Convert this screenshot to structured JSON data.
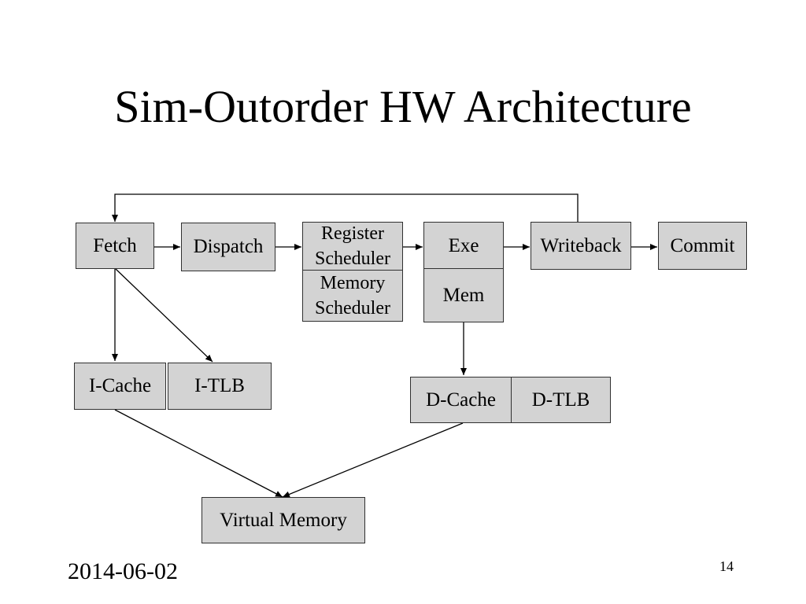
{
  "slide": {
    "title": "Sim-Outorder HW Architecture",
    "date": "2014-06-02",
    "page_number": "14"
  },
  "colors": {
    "box_fill": "#d3d3d3",
    "box_border": "#303030",
    "line": "#000000"
  },
  "diagram": {
    "fetch": "Fetch",
    "dispatch": "Dispatch",
    "register_scheduler": [
      "Register",
      "Scheduler"
    ],
    "memory_scheduler": [
      "Memory",
      "Scheduler"
    ],
    "exe": "Exe",
    "mem": "Mem",
    "writeback": "Writeback",
    "commit": "Commit",
    "icache": "I-Cache",
    "itlb": "I-TLB",
    "dcache": "D-Cache",
    "dtlb": "D-TLB",
    "virtual_memory": "Virtual Memory"
  },
  "connections": [
    {
      "from": "fetch",
      "to": "dispatch"
    },
    {
      "from": "dispatch",
      "to": "register-scheduler"
    },
    {
      "from": "register-scheduler",
      "to": "exe"
    },
    {
      "from": "exe",
      "to": "writeback"
    },
    {
      "from": "writeback",
      "to": "commit"
    },
    {
      "from": "writeback",
      "to": "fetch"
    },
    {
      "from": "fetch",
      "to": "icache"
    },
    {
      "from": "fetch",
      "to": "itlb"
    },
    {
      "from": "mem",
      "to": "dcache"
    },
    {
      "from": "icache",
      "to": "virtual-memory"
    },
    {
      "from": "dcache",
      "to": "virtual-memory"
    }
  ]
}
